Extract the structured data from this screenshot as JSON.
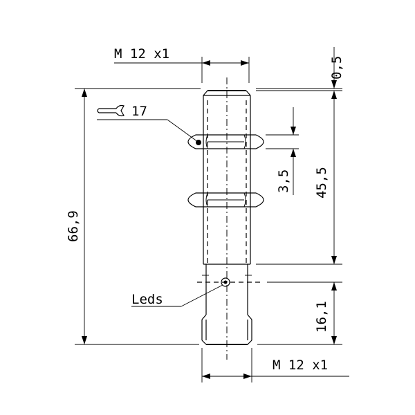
{
  "labels": {
    "thread_top": "M 12 x1",
    "thread_bottom": "M 12 x1",
    "dim_tip": "0,5",
    "dim_body": "45,5",
    "dim_nut": "3,5",
    "dim_overall": "66,9",
    "dim_connector": "16,1",
    "wrench_size": "17",
    "leds": "Leds"
  },
  "colors": {
    "line": "#000000",
    "background": "#ffffff"
  },
  "icons": {
    "wrench": "wrench-icon"
  }
}
